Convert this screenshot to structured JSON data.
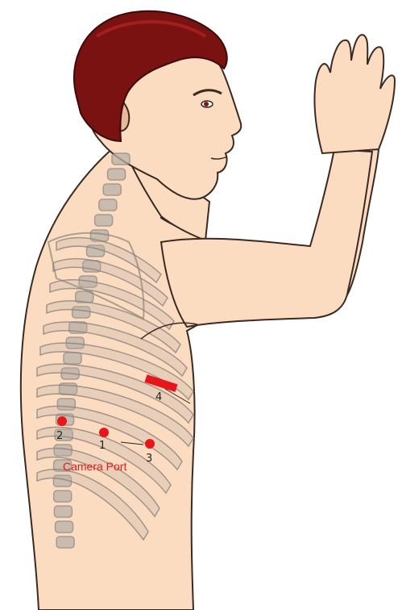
{
  "colors": {
    "skin": "#fbdcc0",
    "skin_shadow": "#eab896",
    "outline": "#3a2a22",
    "hair": "#7a1212",
    "hair_highlight": "#a31e1e",
    "bone": "#b9b0a8",
    "bone_outline": "#8c837c",
    "port_red": "#e8151b"
  },
  "ports": [
    {
      "id": "port-1",
      "label": "1",
      "shape": "circle"
    },
    {
      "id": "port-2",
      "label": "2",
      "shape": "circle"
    },
    {
      "id": "port-3",
      "label": "3",
      "shape": "circle"
    },
    {
      "id": "port-4",
      "label": "4",
      "shape": "incision"
    }
  ],
  "camera_port_label": "Camera Port"
}
